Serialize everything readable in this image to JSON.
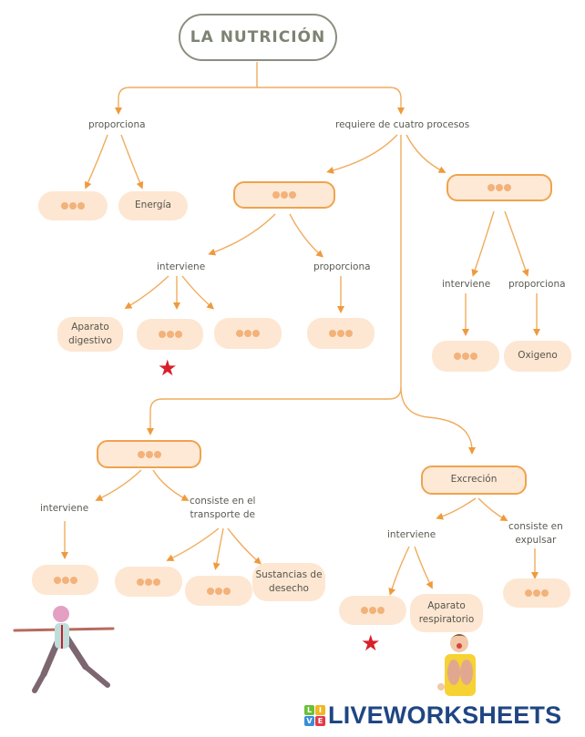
{
  "title": "LA NUTRICIÓN",
  "placeholder_glyph": "•••",
  "labels": {
    "proporciona_top": "proporciona",
    "requiere": "requiere de cuatro procesos",
    "interviene_digestion": "interviene",
    "proporciona_digestion": "proporciona",
    "interviene_respiracion": "interviene",
    "proporciona_respiracion": "proporciona",
    "interviene_circulacion": "interviene",
    "consiste_transporte": "consiste en el\ntransporte de",
    "interviene_excrecion": "interviene",
    "consiste_expulsar": "consiste en\nexpulsar"
  },
  "nodes": {
    "nutrientes_blank": "",
    "energia": "Energía",
    "proceso1_blank": "",
    "proceso2_blank": "",
    "aparato_digestivo": "Aparato\ndigestivo",
    "digestion_blank1": "",
    "digestion_blank2": "",
    "digestion_prop_blank": "",
    "respiracion_int_blank": "",
    "oxigeno": "Oxigeno",
    "proceso3_blank": "",
    "circulacion_int_blank": "",
    "transporte_blank1": "",
    "transporte_blank2": "",
    "sustancias_desecho": "Sustancias de\ndesecho",
    "excrecion": "Excreción",
    "excrecion_int_blank": "",
    "aparato_respiratorio": "Aparato\nrespiratorio",
    "expulsar_blank": ""
  },
  "markers": {
    "star_1": "★",
    "star_2": "★"
  },
  "colors": {
    "accent": "#efa34e",
    "node_fill": "#fde7d2",
    "dots": "#f2b27a",
    "title_border": "#8a8f7f",
    "star": "#d8202a",
    "logo_blue": "#1f4683"
  },
  "logo": {
    "letters": [
      "L",
      "I",
      "V",
      "E"
    ],
    "text": "LIVEWORKSHEETS"
  }
}
